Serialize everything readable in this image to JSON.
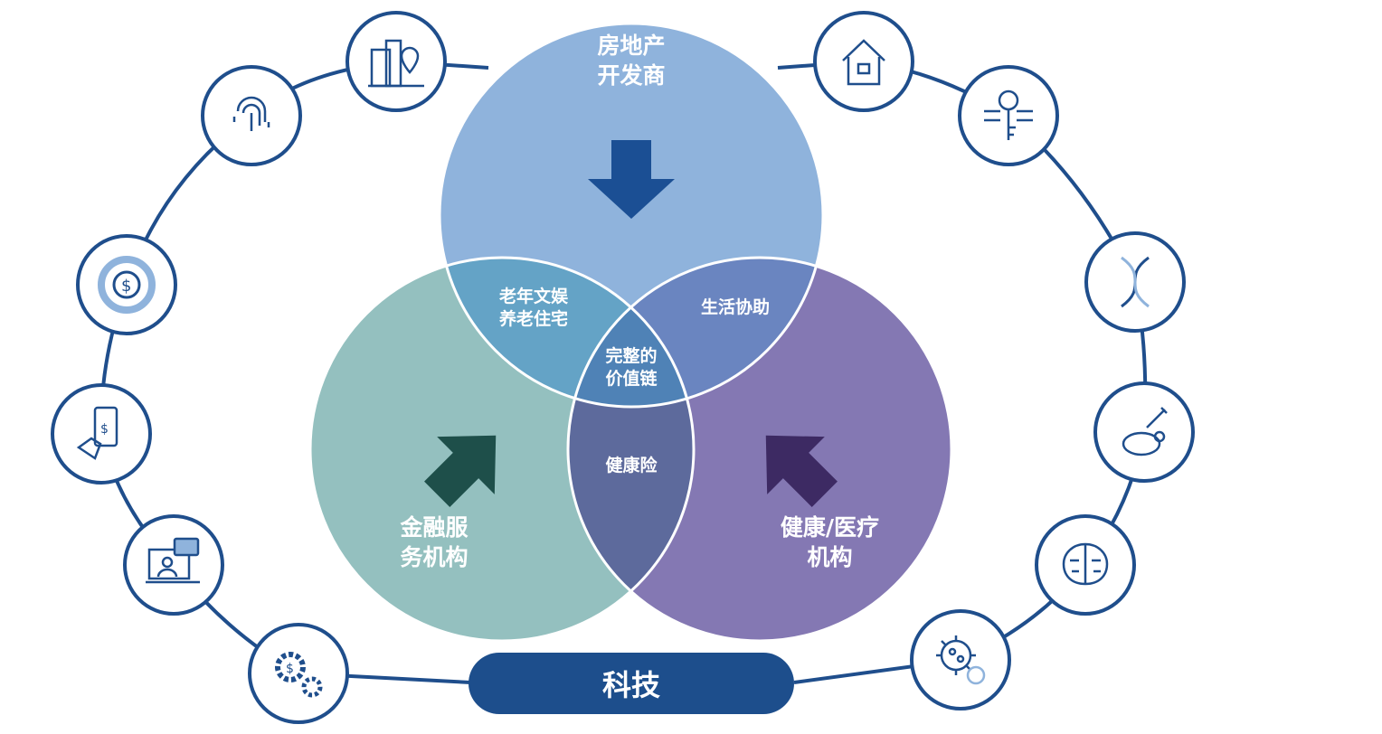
{
  "circles": {
    "top": {
      "label": "房地产\n开发商",
      "color": "#8fb3dc"
    },
    "left": {
      "label": "金融服\n务机构",
      "color": "#94c0bf"
    },
    "right": {
      "label": "健康/医疗\n机构",
      "color": "#8478b3"
    }
  },
  "intersections": {
    "top_left": {
      "label": "老年文娱\n养老住宅",
      "color": "#64a3c6"
    },
    "top_right": {
      "label": "生活协助",
      "color": "#6a85c0"
    },
    "left_right": {
      "label": "健康险",
      "color": "#5d6a9c"
    },
    "center": {
      "label": "完整的\n价值链",
      "color": "#4f82b6"
    }
  },
  "base": {
    "label": "科技",
    "color": "#1d4e8c"
  },
  "arrows": {
    "top": "#1b4f94",
    "left": "#1e4f4a",
    "right": "#3d2a63"
  },
  "icons_left": [
    "building-location-icon",
    "fingerprint-icon",
    "dollar-chart-icon",
    "mobile-payment-icon",
    "video-chat-icon",
    "gears-dollar-icon"
  ],
  "icons_right": [
    "smart-home-icon",
    "digital-key-icon",
    "dna-icon",
    "lab-mouse-icon",
    "brain-icon",
    "virus-icon"
  ]
}
